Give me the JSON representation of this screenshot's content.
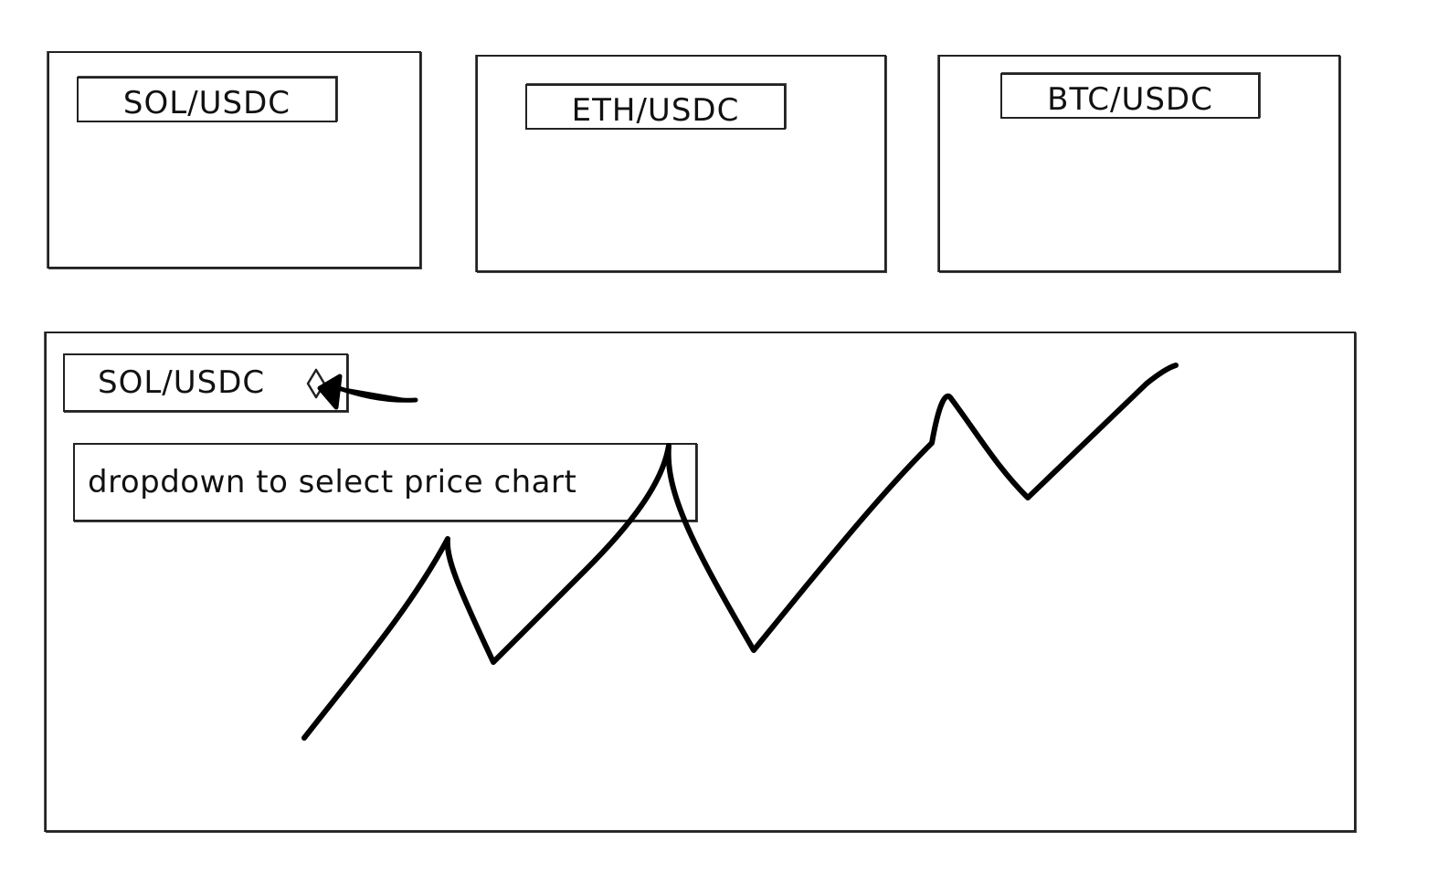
{
  "cards": [
    {
      "label": "SOL/USDC"
    },
    {
      "label": "ETH/USDC"
    },
    {
      "label": "BTC/USDC"
    }
  ],
  "chart_panel": {
    "selector": {
      "value": "SOL/USDC",
      "icon": "chevron-diamond-icon"
    },
    "annotation": "dropdown to select price chart"
  }
}
